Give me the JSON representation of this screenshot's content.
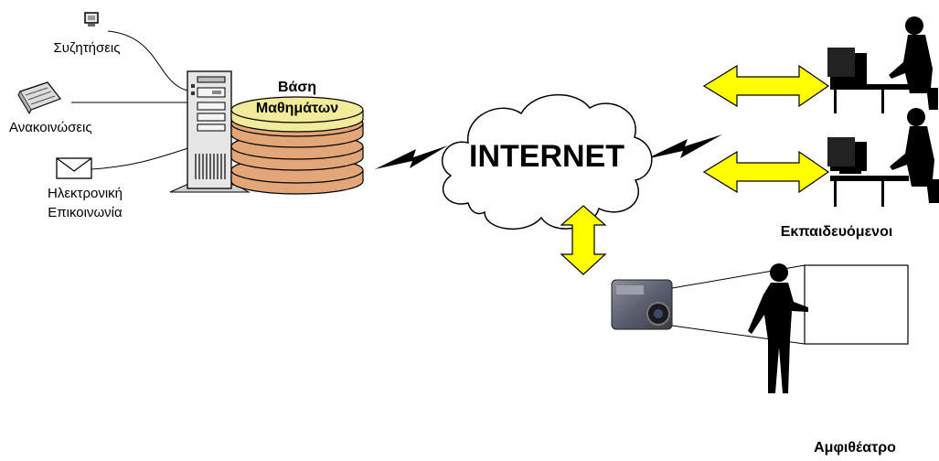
{
  "left_items": {
    "discussions": "Συζητήσεις",
    "announcements": "Ανακοινώσεις",
    "email_line1": "Ηλεκτρονική",
    "email_line2": "Επικοινωνία"
  },
  "database": {
    "line1": "Βάση",
    "line2": "Μαθημάτων"
  },
  "cloud": {
    "label": "INTERNET"
  },
  "learners": {
    "label": "Εκπαιδευόμενοι"
  },
  "amphitheater": {
    "label": "Αμφιθέατρο"
  },
  "colors": {
    "arrow_fill": "#ffff00",
    "db_top": "#f2ec9a",
    "db_disk": "#e3a679",
    "line": "#000000"
  }
}
